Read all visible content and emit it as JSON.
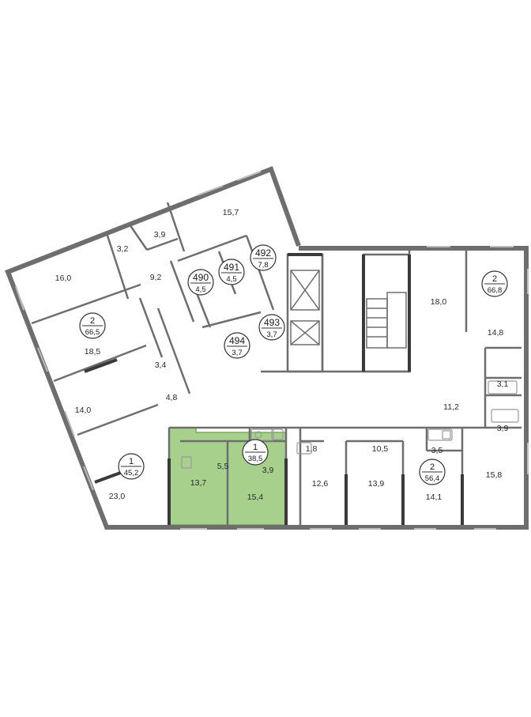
{
  "colors": {
    "wall": "#6e6e6e",
    "wall_dark": "#3a3a3a",
    "highlight_fill": "#a8d08d",
    "highlight_stroke": "#7aab5a",
    "window": "#bdbdbd",
    "fixture": "#9a9a9a"
  },
  "apartments": [
    {
      "id": "apt-2-66-8",
      "rooms": "2",
      "area": "66,8"
    },
    {
      "id": "apt-2-66-5",
      "rooms": "2",
      "area": "66,5"
    },
    {
      "id": "apt-1-45-2",
      "rooms": "1",
      "area": "45,2"
    },
    {
      "id": "apt-1-38-5",
      "rooms": "1",
      "area": "38,5",
      "highlighted": true
    },
    {
      "id": "apt-2-56-4",
      "rooms": "2",
      "area": "56,4"
    }
  ],
  "storage_units": [
    {
      "number": "490",
      "area": "4,5"
    },
    {
      "number": "491",
      "area": "4,5"
    },
    {
      "number": "492",
      "area": "7,8"
    },
    {
      "number": "493",
      "area": "3,7"
    },
    {
      "number": "494",
      "area": "3,7"
    }
  ],
  "room_areas": [
    "15,7",
    "3,9",
    "3,2",
    "16,0",
    "9,2",
    "18,5",
    "3,4",
    "14,0",
    "4,8",
    "23,0",
    "5,5",
    "3,9",
    "13,7",
    "15,4",
    "1,8",
    "10,5",
    "12,6",
    "13,9",
    "3,5",
    "14,1",
    "15,8",
    "11,2",
    "3,1",
    "3,9",
    "18,0",
    "14,8"
  ]
}
